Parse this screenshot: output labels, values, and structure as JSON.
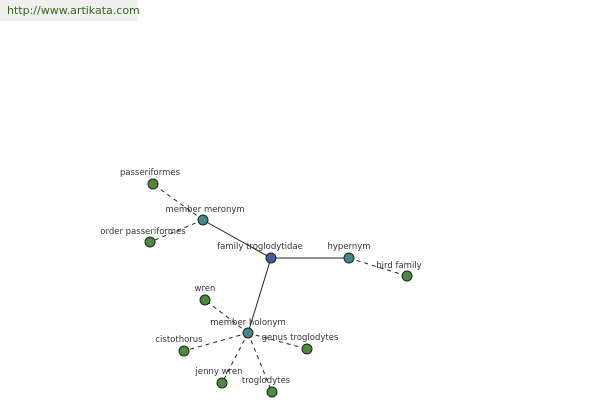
{
  "header": {
    "url": "http://www.artikata.com",
    "bg": "#f0f0f0",
    "color": "#2e6b16"
  },
  "colors": {
    "root": "#4a5a9c",
    "relation": "#3e8a8a",
    "leaf": "#4c8a3e",
    "stroke": "#222222",
    "edge": "#222222"
  },
  "graph": {
    "nodes": [
      {
        "id": "family_troglodytidae",
        "label": "family troglodytidae",
        "kind": "root"
      },
      {
        "id": "member_meronym",
        "label": "member meronym",
        "kind": "relation"
      },
      {
        "id": "hypernym",
        "label": "hypernym",
        "kind": "relation"
      },
      {
        "id": "member_holonym",
        "label": "member holonym",
        "kind": "relation"
      },
      {
        "id": "passeriformes",
        "label": "passeriformes",
        "kind": "leaf"
      },
      {
        "id": "order_passeriformes",
        "label": "order passeriformes",
        "kind": "leaf"
      },
      {
        "id": "bird_family",
        "label": "bird family",
        "kind": "leaf"
      },
      {
        "id": "wren",
        "label": "wren",
        "kind": "leaf"
      },
      {
        "id": "cistothorus",
        "label": "cistothorus",
        "kind": "leaf"
      },
      {
        "id": "genus_troglodytes",
        "label": "genus troglodytes",
        "kind": "leaf"
      },
      {
        "id": "jenny_wren",
        "label": "jenny wren",
        "kind": "leaf"
      },
      {
        "id": "troglodytes",
        "label": "troglodytes",
        "kind": "leaf"
      }
    ],
    "edges": [
      {
        "from": "family_troglodytidae",
        "to": "member_meronym",
        "style": "solid"
      },
      {
        "from": "family_troglodytidae",
        "to": "hypernym",
        "style": "solid"
      },
      {
        "from": "family_troglodytidae",
        "to": "member_holonym",
        "style": "solid"
      },
      {
        "from": "member_meronym",
        "to": "passeriformes",
        "style": "dashed"
      },
      {
        "from": "member_meronym",
        "to": "order_passeriformes",
        "style": "dashed"
      },
      {
        "from": "hypernym",
        "to": "bird_family",
        "style": "dashed"
      },
      {
        "from": "member_holonym",
        "to": "wren",
        "style": "dashed"
      },
      {
        "from": "member_holonym",
        "to": "cistothorus",
        "style": "dashed"
      },
      {
        "from": "member_holonym",
        "to": "genus_troglodytes",
        "style": "dashed"
      },
      {
        "from": "member_holonym",
        "to": "jenny_wren",
        "style": "dashed"
      },
      {
        "from": "member_holonym",
        "to": "troglodytes",
        "style": "dashed"
      }
    ]
  }
}
